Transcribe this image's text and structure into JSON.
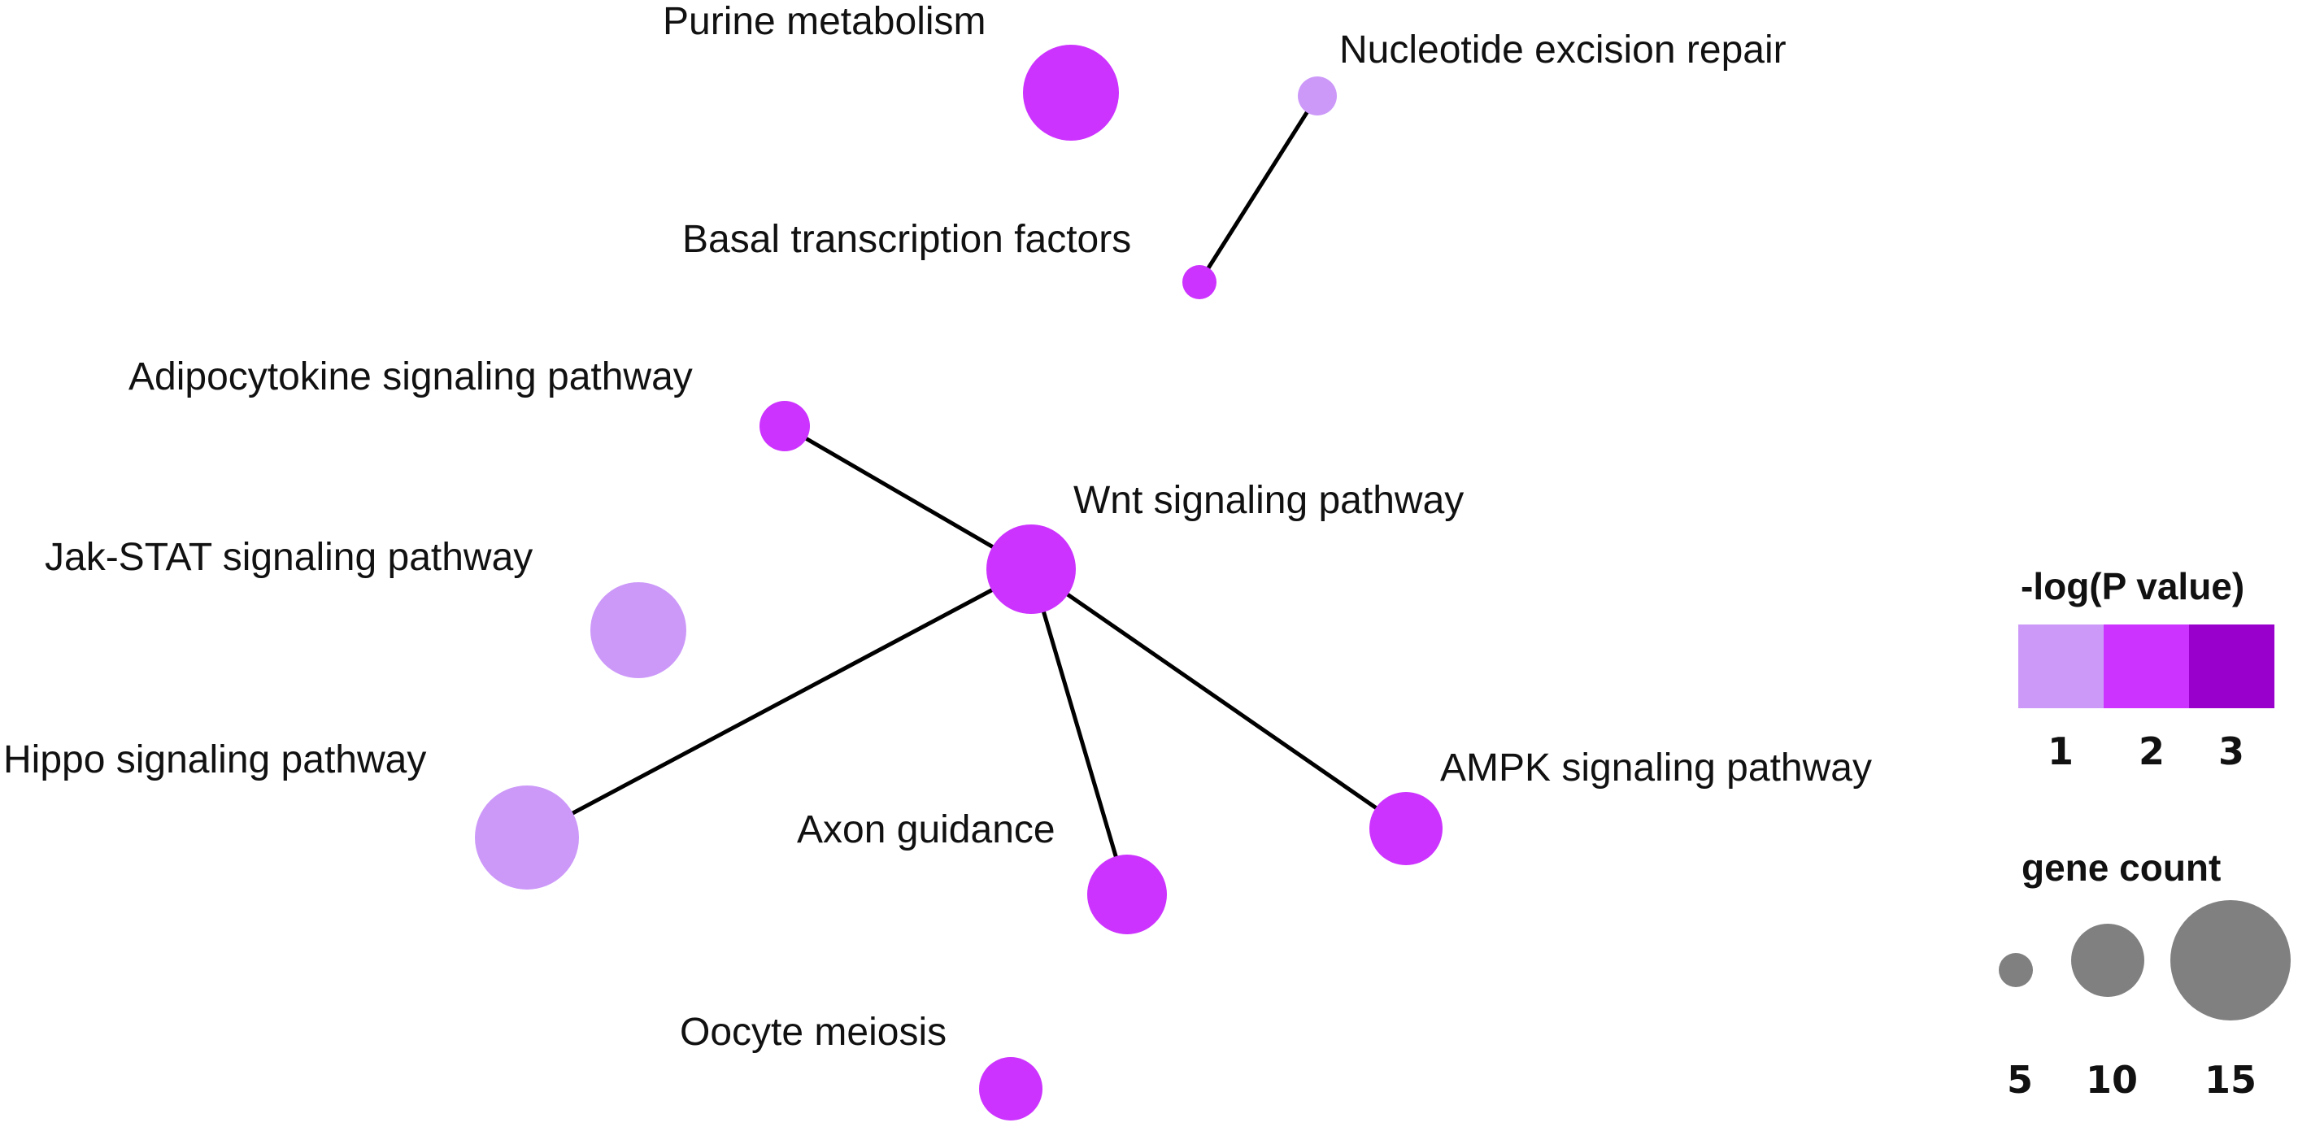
{
  "colors": {
    "low": "#cc99f9",
    "mid": "#cc33ff",
    "high": "#9900cc",
    "edge": "#000000",
    "legend_circle": "#808080"
  },
  "nodes": [
    {
      "id": "purine",
      "label": "Purine metabolism",
      "level": "mid"
    },
    {
      "id": "ner",
      "label": "Nucleotide excision repair",
      "level": "low"
    },
    {
      "id": "btf",
      "label": "Basal transcription factors",
      "level": "mid"
    },
    {
      "id": "adipo",
      "label": "Adipocytokine signaling pathway",
      "level": "mid"
    },
    {
      "id": "wnt",
      "label": "Wnt signaling pathway",
      "level": "mid"
    },
    {
      "id": "jak",
      "label": "Jak-STAT signaling pathway",
      "level": "low"
    },
    {
      "id": "hippo",
      "label": "Hippo signaling pathway",
      "level": "low"
    },
    {
      "id": "ampk",
      "label": "AMPK signaling pathway",
      "level": "mid"
    },
    {
      "id": "axon",
      "label": "Axon guidance",
      "level": "mid"
    },
    {
      "id": "oocyte",
      "label": "Oocyte meiosis",
      "level": "mid"
    }
  ],
  "edges": [
    {
      "from": "ner",
      "to": "btf"
    },
    {
      "from": "adipo",
      "to": "wnt"
    },
    {
      "from": "wnt",
      "to": "hippo"
    },
    {
      "from": "wnt",
      "to": "axon"
    },
    {
      "from": "wnt",
      "to": "ampk"
    }
  ],
  "legend": {
    "color_title": "-log(P value)",
    "color_ticks": [
      "1",
      "2",
      "3"
    ],
    "size_title": "gene count",
    "size_ticks": [
      "5",
      "10",
      "15"
    ]
  }
}
